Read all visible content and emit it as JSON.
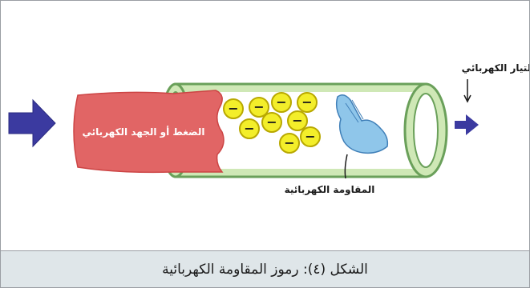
{
  "diagram": {
    "label_current": "التيار الكهربائي",
    "label_pressure": "الضغط أو الجهد الكهربائي",
    "label_resistance": "المقاومة الكهربائية",
    "electron_symbol": "−",
    "electron_count": 9,
    "colors": {
      "pipe_fill": "#cfe8b6",
      "pipe_stroke": "#6aa05a",
      "pressure_body": "#e16565",
      "electron": "#f3ee2a",
      "arrow": "#3b3aa0",
      "hand": "#8fc6ea",
      "hand_stroke": "#3f7fb8"
    }
  },
  "caption": {
    "text": "الشكل (٤): رموز المقاومة الكهربائية"
  }
}
